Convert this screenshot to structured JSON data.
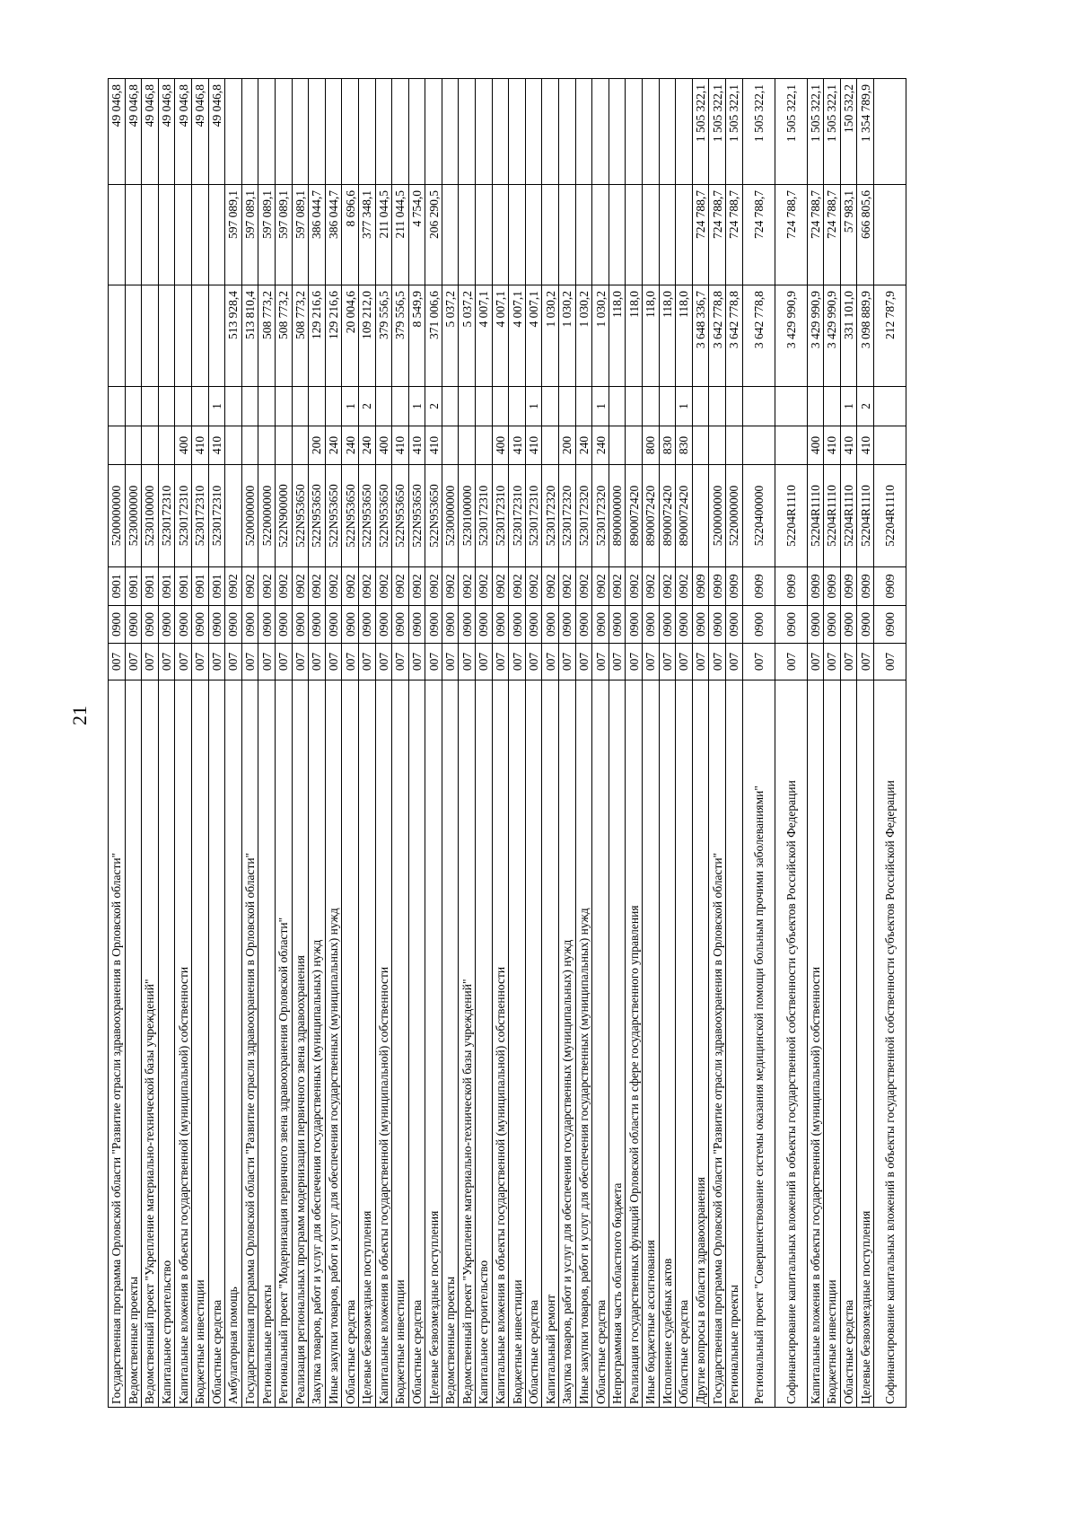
{
  "page_number": "21",
  "table": {
    "rows": [
      [
        "Государственная программа Орловской области \"Развитие отрасли здравоохранения в Орловской области\"",
        "007",
        "0900",
        "0901",
        "5200000000",
        "",
        "",
        "",
        "",
        "49 046,8"
      ],
      [
        "Ведомственные проекты",
        "007",
        "0900",
        "0901",
        "5230000000",
        "",
        "",
        "",
        "",
        "49 046,8"
      ],
      [
        "Ведомственный проект \"Укрепление материально-технической базы учреждений\"",
        "007",
        "0900",
        "0901",
        "5230100000",
        "",
        "",
        "",
        "",
        "49 046,8"
      ],
      [
        "Капитальное строительство",
        "007",
        "0900",
        "0901",
        "5230172310",
        "",
        "",
        "",
        "",
        "49 046,8"
      ],
      [
        "Капитальные вложения в объекты государственной (муниципальной) собственности",
        "007",
        "0900",
        "0901",
        "5230172310",
        "400",
        "",
        "",
        "",
        "49 046,8"
      ],
      [
        "Бюджетные инвестиции",
        "007",
        "0900",
        "0901",
        "5230172310",
        "410",
        "",
        "",
        "",
        "49 046,8"
      ],
      [
        "Областные средства",
        "007",
        "0900",
        "0901",
        "5230172310",
        "410",
        "1",
        "",
        "",
        "49 046,8"
      ],
      [
        "Амбулаторная помощь",
        "007",
        "0900",
        "0902",
        "",
        "",
        "",
        "513 928,4",
        "597 089,1",
        ""
      ],
      [
        "Государственная программа Орловской области \"Развитие отрасли здравоохранения в Орловской области\"",
        "007",
        "0900",
        "0902",
        "5200000000",
        "",
        "",
        "513 810,4",
        "597 089,1",
        ""
      ],
      [
        "Региональные проекты",
        "007",
        "0900",
        "0902",
        "5220000000",
        "",
        "",
        "508 773,2",
        "597 089,1",
        ""
      ],
      [
        "Региональный проект \"Модернизация первичного звена здравоохранения Орловской области\"",
        "007",
        "0900",
        "0902",
        "522N900000",
        "",
        "",
        "508 773,2",
        "597 089,1",
        ""
      ],
      [
        "Реализация региональных программ модернизации первичного звена здравоохранения",
        "007",
        "0900",
        "0902",
        "522N953650",
        "",
        "",
        "508 773,2",
        "597 089,1",
        ""
      ],
      [
        "Закупка товаров, работ и услуг для обеспечения государственных (муниципальных) нужд",
        "007",
        "0900",
        "0902",
        "522N953650",
        "200",
        "",
        "129 216,6",
        "386 044,7",
        ""
      ],
      [
        "Иные закупки товаров, работ и услуг для обеспечения государственных (муниципальных) нужд",
        "007",
        "0900",
        "0902",
        "522N953650",
        "240",
        "",
        "129 216,6",
        "386 044,7",
        ""
      ],
      [
        "Областные средства",
        "007",
        "0900",
        "0902",
        "522N953650",
        "240",
        "1",
        "20 004,6",
        "8 696,6",
        ""
      ],
      [
        "Целевые безвозмездные поступления",
        "007",
        "0900",
        "0902",
        "522N953650",
        "240",
        "2",
        "109 212,0",
        "377 348,1",
        ""
      ],
      [
        "Капитальные вложения в объекты государственной (муниципальной) собственности",
        "007",
        "0900",
        "0902",
        "522N953650",
        "400",
        "",
        "379 556,5",
        "211 044,5",
        ""
      ],
      [
        "Бюджетные инвестиции",
        "007",
        "0900",
        "0902",
        "522N953650",
        "410",
        "",
        "379 556,5",
        "211 044,5",
        ""
      ],
      [
        "Областные средства",
        "007",
        "0900",
        "0902",
        "522N953650",
        "410",
        "1",
        "8 549,9",
        "4 754,0",
        ""
      ],
      [
        "Целевые безвозмездные поступления",
        "007",
        "0900",
        "0902",
        "522N953650",
        "410",
        "2",
        "371 006,6",
        "206 290,5",
        ""
      ],
      [
        "Ведомственные проекты",
        "007",
        "0900",
        "0902",
        "5230000000",
        "",
        "",
        "5 037,2",
        "",
        ""
      ],
      [
        "Ведомственный проект \"Укрепление материально-технической базы учреждений\"",
        "007",
        "0900",
        "0902",
        "5230100000",
        "",
        "",
        "5 037,2",
        "",
        ""
      ],
      [
        "Капитальное строительство",
        "007",
        "0900",
        "0902",
        "5230172310",
        "",
        "",
        "4 007,1",
        "",
        ""
      ],
      [
        "Капитальные вложения в объекты государственной (муниципальной) собственности",
        "007",
        "0900",
        "0902",
        "5230172310",
        "400",
        "",
        "4 007,1",
        "",
        ""
      ],
      [
        "Бюджетные инвестиции",
        "007",
        "0900",
        "0902",
        "5230172310",
        "410",
        "",
        "4 007,1",
        "",
        ""
      ],
      [
        "Областные средства",
        "007",
        "0900",
        "0902",
        "5230172310",
        "410",
        "1",
        "4 007,1",
        "",
        ""
      ],
      [
        "Капитальный ремонт",
        "007",
        "0900",
        "0902",
        "5230172320",
        "",
        "",
        "1 030,2",
        "",
        ""
      ],
      [
        "Закупка товаров, работ и услуг для обеспечения государственных (муниципальных) нужд",
        "007",
        "0900",
        "0902",
        "5230172320",
        "200",
        "",
        "1 030,2",
        "",
        ""
      ],
      [
        "Иные закупки товаров, работ и услуг для обеспечения государственных (муниципальных) нужд",
        "007",
        "0900",
        "0902",
        "5230172320",
        "240",
        "",
        "1 030,2",
        "",
        ""
      ],
      [
        "Областные средства",
        "007",
        "0900",
        "0902",
        "5230172320",
        "240",
        "1",
        "1 030,2",
        "",
        ""
      ],
      [
        "Непрограммная часть областного бюджета",
        "007",
        "0900",
        "0902",
        "8900000000",
        "",
        "",
        "118,0",
        "",
        ""
      ],
      [
        "Реализация государственных функций Орловской области в сфере государственного управления",
        "007",
        "0900",
        "0902",
        "8900072420",
        "",
        "",
        "118,0",
        "",
        ""
      ],
      [
        "Иные бюджетные ассигнования",
        "007",
        "0900",
        "0902",
        "8900072420",
        "800",
        "",
        "118,0",
        "",
        ""
      ],
      [
        "Исполнение судебных актов",
        "007",
        "0900",
        "0902",
        "8900072420",
        "830",
        "",
        "118,0",
        "",
        ""
      ],
      [
        "Областные средства",
        "007",
        "0900",
        "0902",
        "8900072420",
        "830",
        "1",
        "118,0",
        "",
        ""
      ],
      [
        "Другие вопросы в области здравоохранения",
        "007",
        "0900",
        "0909",
        "",
        "",
        "",
        "3 648 336,7",
        "724 788,7",
        "1 505 322,1"
      ],
      [
        "Государственная программа Орловской области \"Развитие отрасли здравоохранения в Орловской области\"",
        "007",
        "0900",
        "0909",
        "5200000000",
        "",
        "",
        "3 642 778,8",
        "724 788,7",
        "1 505 322,1"
      ],
      [
        "Региональные проекты",
        "007",
        "0900",
        "0909",
        "5220000000",
        "",
        "",
        "3 642 778,8",
        "724 788,7",
        "1 505 322,1"
      ],
      [
        "Региональный проект \"Совершенствование системы оказания медицинской помощи больным прочими заболеваниями\"",
        "007",
        "0900",
        "0909",
        "5220400000",
        "",
        "",
        "3 642 778,8",
        "724 788,7",
        "1 505 322,1"
      ],
      [
        "Софинансирование капитальных вложений в объекты государственной собственности субъектов Российской Федерации",
        "007",
        "0900",
        "0909",
        "52204R1110",
        "",
        "",
        "3 429 990,9",
        "724 788,7",
        "1 505 322,1"
      ],
      [
        "Капитальные вложения в объекты государственной (муниципальной) собственности",
        "007",
        "0900",
        "0909",
        "52204R1110",
        "400",
        "",
        "3 429 990,9",
        "724 788,7",
        "1 505 322,1"
      ],
      [
        "Бюджетные инвестиции",
        "007",
        "0900",
        "0909",
        "52204R1110",
        "410",
        "",
        "3 429 990,9",
        "724 788,7",
        "1 505 322,1"
      ],
      [
        "Областные средства",
        "007",
        "0900",
        "0909",
        "52204R1110",
        "410",
        "1",
        "331 101,0",
        "57 983,1",
        "150 532,2"
      ],
      [
        "Целевые безвозмездные поступления",
        "007",
        "0900",
        "0909",
        "52204R1110",
        "410",
        "2",
        "3 098 889,9",
        "666 805,6",
        "1 354 789,9"
      ],
      [
        "Софинансирование капитальных вложений в объекты государственной собственности субъектов Российской Федерации",
        "007",
        "0900",
        "0909",
        "52204R1110",
        "",
        "",
        "212 787,9",
        "",
        ""
      ]
    ],
    "two_line_rows": [
      38,
      39,
      44
    ]
  }
}
